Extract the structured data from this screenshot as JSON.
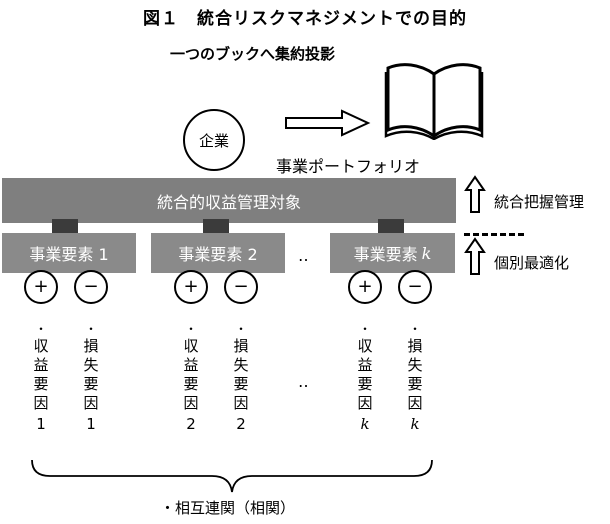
{
  "figure": {
    "title": "図１　統合リスクマネジメントでの目的",
    "book_caption": "一つのブックへ集約投影",
    "company_label": "企業",
    "portfolio_label": "事業ポートフォリオ",
    "target_label": "統合的収益管理対象",
    "integrated_label": "統合把握管理",
    "individual_label": "個別最適化",
    "elements": [
      {
        "label": "事業要素 1",
        "k": ""
      },
      {
        "label": "事業要素 2",
        "k": ""
      },
      {
        "label": "事業要素",
        "k": "k"
      }
    ],
    "ellipsis_top": "‥",
    "ellipsis_mid": "‥",
    "plus": "+",
    "minus": "−",
    "factor_dot": "・",
    "factor_revenue": [
      "収",
      "益",
      "要",
      "因"
    ],
    "factor_loss": [
      "損",
      "失",
      "要",
      "因"
    ],
    "suffix_1": "1",
    "suffix_2": "2",
    "suffix_k": "k",
    "correlation_label": "・相互連関（相関）"
  }
}
